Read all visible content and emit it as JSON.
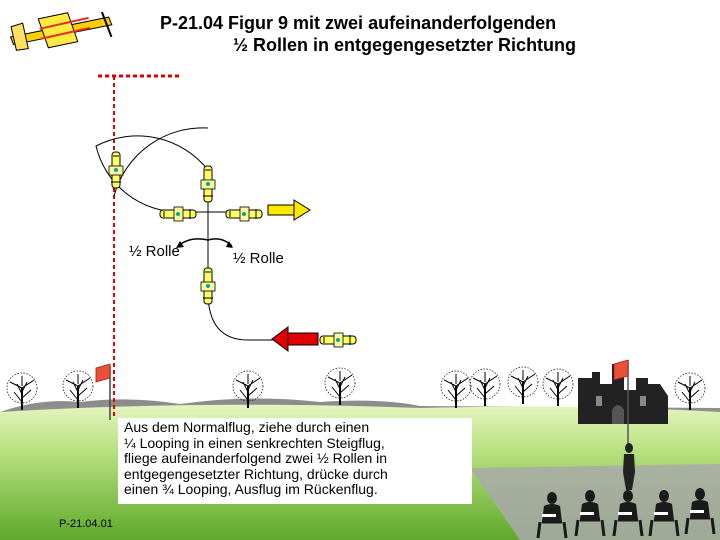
{
  "title": {
    "line1": "P-21.04 Figur 9 mit zwei aufeinanderfolgenden",
    "line2": "½ Rollen in entgegengesetzter Richtung"
  },
  "labels": {
    "roll_first": "½ Rolle",
    "roll_second": "½ Rolle"
  },
  "description": {
    "lines": [
      "Aus dem Normalflug, ziehe durch einen",
      "¼ Looping in einen senkrechten Steigflug,",
      "fliege aufeinanderfolgend zwei ½ Rollen in",
      "entgegengesetzter Richtung, drücke durch",
      "einen ¾ Looping, Ausflug im Rückenflug."
    ]
  },
  "figure_code": "P-21.04.01",
  "colors": {
    "sky": "#ffffff",
    "ground_light": "#c8e8a0",
    "ground_dark": "#6fb83a",
    "mountain": "#a0a0a0",
    "entry_arrow": "#ffe800",
    "exit_arrow": "#e00000",
    "aerobatic_box_line": "#e00000",
    "flight_path": "#000000",
    "plane_body": "#ffff66"
  },
  "icons": [
    "airplane-icon",
    "flag-icon",
    "tree-icon",
    "castle-icon",
    "judge-icon",
    "arrow-right-icon",
    "arrow-left-icon"
  ]
}
